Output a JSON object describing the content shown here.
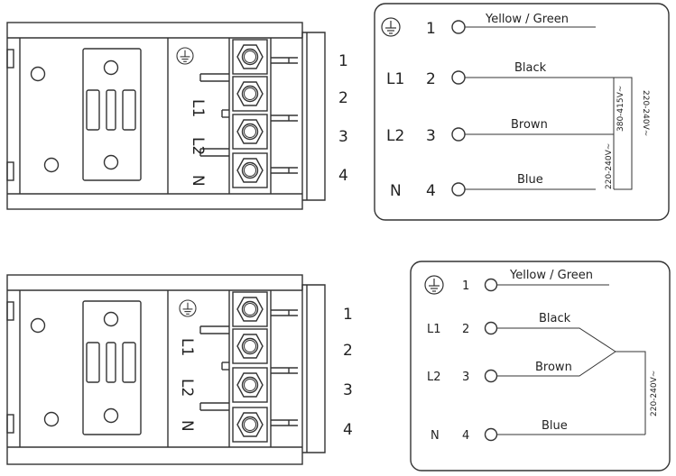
{
  "top": {
    "block": {
      "terminal_numbers": [
        "1",
        "2",
        "3",
        "4"
      ],
      "rotated_labels": [
        "L1",
        "L2",
        "N"
      ]
    },
    "diagram": {
      "rows": [
        {
          "label": "",
          "num": "1",
          "wire": "Yellow / Green",
          "earth": true
        },
        {
          "label": "L1",
          "num": "2",
          "wire": "Black"
        },
        {
          "label": "L2",
          "num": "3",
          "wire": "Brown"
        },
        {
          "label": "N",
          "num": "4",
          "wire": "Blue"
        }
      ],
      "voltages": [
        "380-415V~",
        "220-240V~",
        "220-240V~"
      ]
    }
  },
  "bottom": {
    "block": {
      "terminal_numbers": [
        "1",
        "2",
        "3",
        "4"
      ],
      "rotated_labels": [
        "L1",
        "L2",
        "N"
      ]
    },
    "diagram": {
      "rows": [
        {
          "label": "",
          "num": "1",
          "wire": "Yellow / Green",
          "earth": true
        },
        {
          "label": "L1",
          "num": "2",
          "wire": "Black"
        },
        {
          "label": "L2",
          "num": "3",
          "wire": "Brown"
        },
        {
          "label": "N",
          "num": "4",
          "wire": "Blue"
        }
      ],
      "voltages": [
        "220-240V~"
      ]
    }
  }
}
